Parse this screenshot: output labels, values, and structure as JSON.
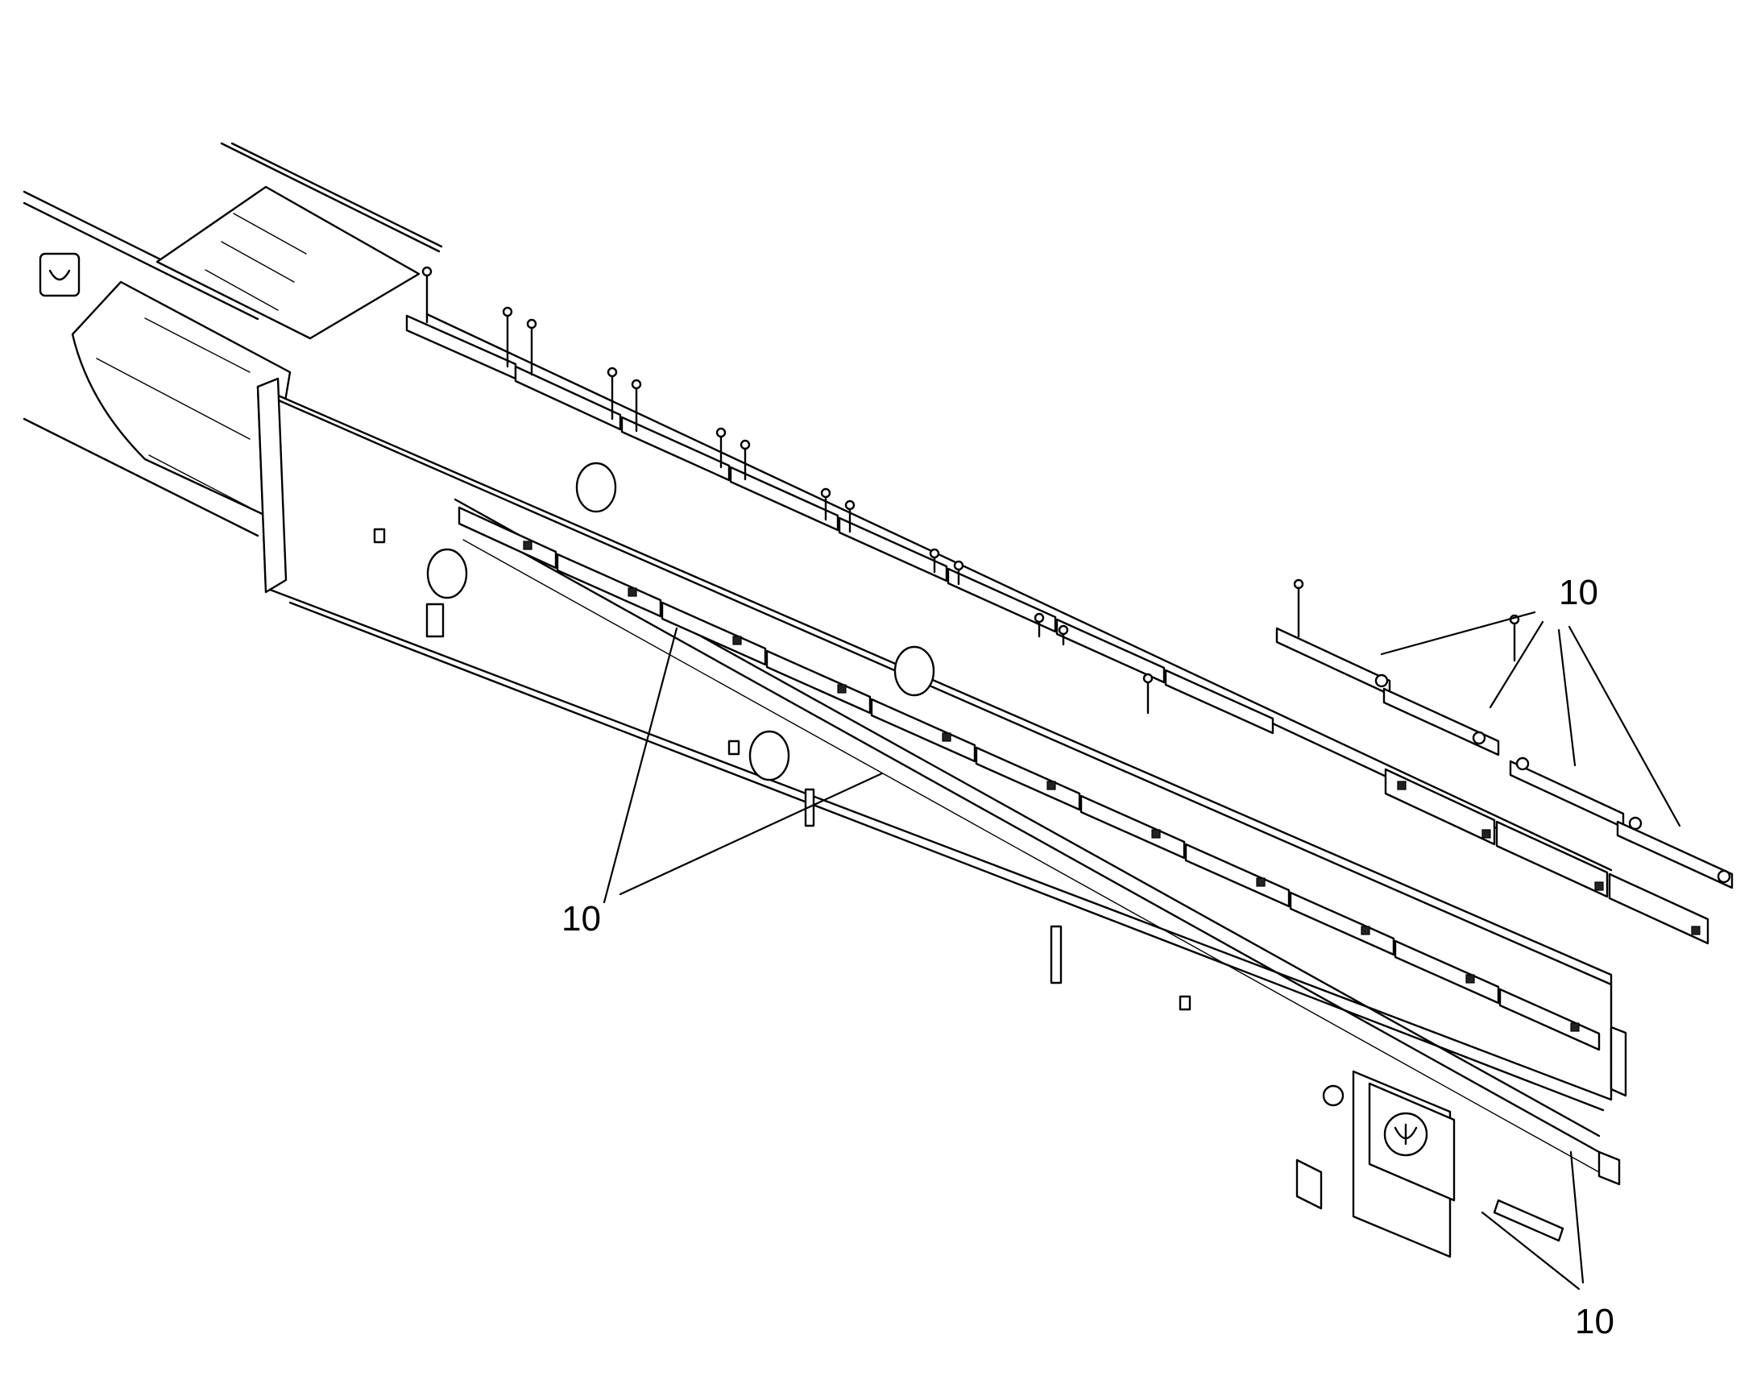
{
  "callouts": [
    {
      "id": "callout-top-right",
      "label": "10"
    },
    {
      "id": "callout-left",
      "label": "10"
    },
    {
      "id": "callout-bottom-right",
      "label": "10"
    }
  ],
  "colors": {
    "line": "#000000",
    "background": "#ffffff"
  },
  "icons": [
    "logo-emblem-icon"
  ]
}
